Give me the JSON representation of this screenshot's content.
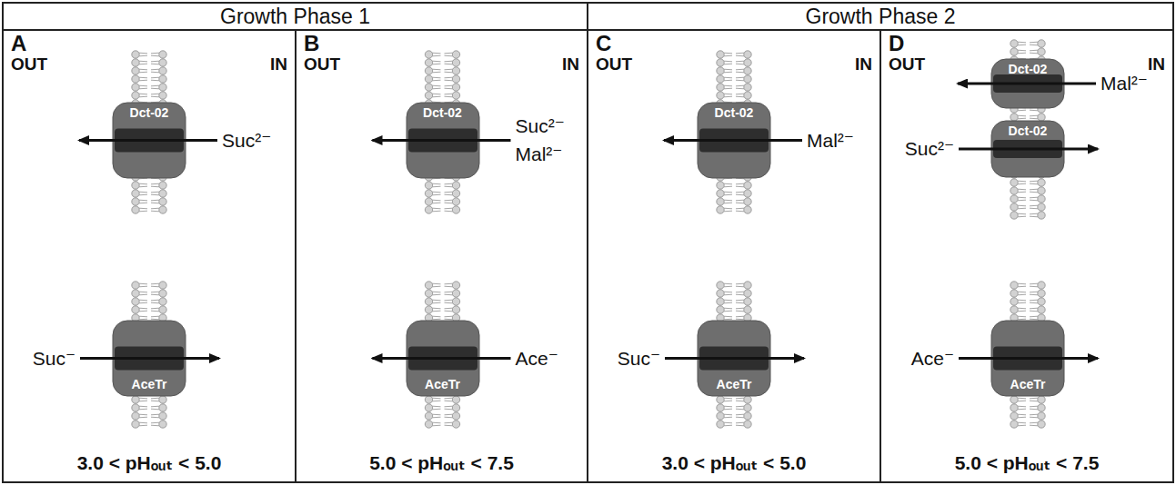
{
  "diagram": {
    "nodes": [
      {
        "text": [
          "Growth Phase 1"
        ]
      },
      {
        "text": [
          "A",
          "OUT",
          "IN",
          "3.0 < pHₒᵤₜ < 5.0"
        ],
        "in": 0
      },
      {
        "text": [
          "Dct-02"
        ],
        "in": 1
      },
      {
        "text": [
          "AceTr"
        ],
        "in": 1
      },
      {
        "text": [
          "B",
          "OUT",
          "IN",
          "5.0 < pHₒᵤₜ < 7.5"
        ],
        "in": 0
      },
      {
        "text": [
          "Dct-02"
        ],
        "in": 4
      },
      {
        "text": [
          "AceTr"
        ],
        "in": 4
      },
      {
        "text": [
          "Growth Phase 2"
        ]
      },
      {
        "text": [
          "C",
          "OUT",
          "IN",
          "3.0 < pHₒᵤₜ < 5.0"
        ],
        "in": 7
      },
      {
        "text": [
          "Dct-02"
        ],
        "in": 8
      },
      {
        "text": [
          "AceTr"
        ],
        "in": 8
      },
      {
        "text": [
          "D",
          "OUT",
          "IN",
          "5.0 < pHₒᵤₜ < 7.5"
        ],
        "in": 7
      },
      {
        "text": [
          "Dct-02"
        ],
        "in": 11
      },
      {
        "text": [
          "Dct-02"
        ],
        "in": 11
      },
      {
        "text": [
          "AceTr"
        ],
        "in": 11
      }
    ],
    "labels": [
      "Suc²⁻",
      "Suc⁻",
      "Suc²⁻",
      "Mal²⁻",
      "Ace⁻",
      "Mal²⁻",
      "Suc⁻",
      "Mal²⁻",
      "Suc²⁻",
      "Ace⁻"
    ]
  }
}
